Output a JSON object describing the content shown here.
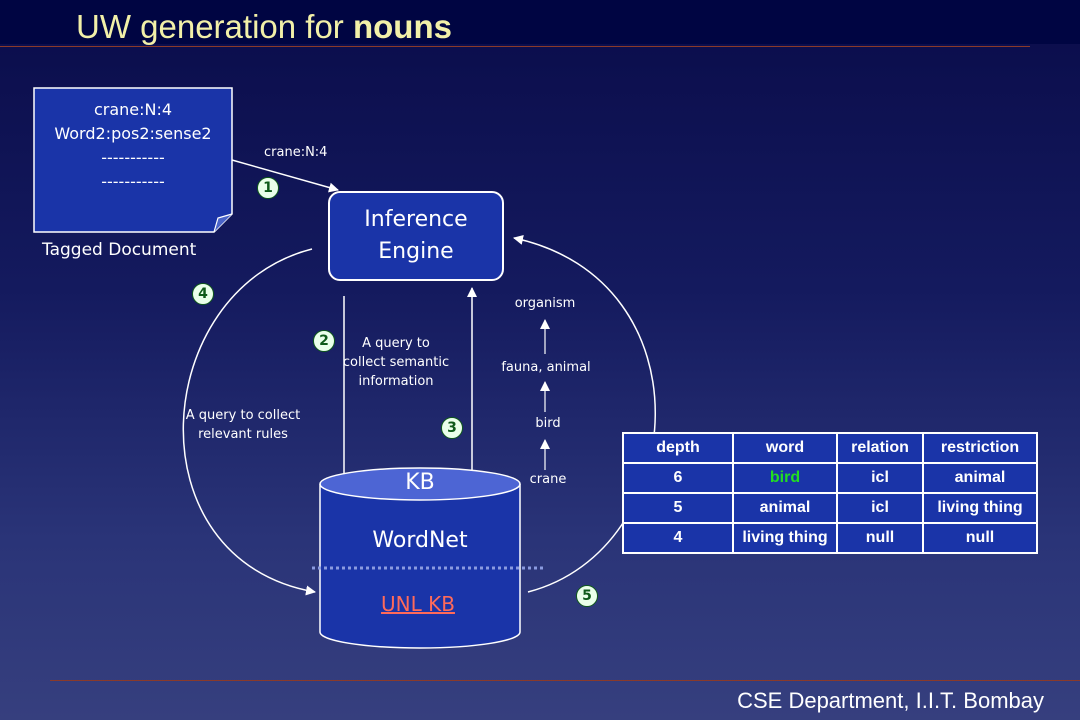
{
  "title": {
    "main": "UW generation for ",
    "bold": "nouns"
  },
  "footer": "CSE Department, I.I.T. Bombay",
  "document": {
    "lines": [
      "crane:N:4",
      "Word2:pos2:sense2",
      "-----------",
      "-----------"
    ],
    "caption": "Tagged Document"
  },
  "arrow_label_input": "crane:N:4",
  "engine": {
    "line1": "Inference",
    "line2": "Engine"
  },
  "query_semantic": {
    "l1": "A query to",
    "l2": "collect semantic",
    "l3": "information"
  },
  "query_rules": {
    "l1": "A query to collect",
    "l2": "relevant rules"
  },
  "hierarchy": [
    "organism",
    "fauna, animal",
    "bird",
    "crane"
  ],
  "kb": {
    "top": "KB",
    "middle": "WordNet",
    "bottom": "UNL KB"
  },
  "steps": [
    "1",
    "2",
    "3",
    "4",
    "5"
  ],
  "table": {
    "headers": [
      "depth",
      "word",
      "relation",
      "restriction"
    ],
    "rows": [
      [
        "6",
        "bird",
        "icl",
        "animal"
      ],
      [
        "5",
        "animal",
        "icl",
        "living thing"
      ],
      [
        "4",
        "living thing",
        "null",
        "null"
      ]
    ]
  },
  "colors": {
    "engine_fill": "#1a34a8",
    "highlight_word": "#22dd22",
    "unl_link": "#ff6a5a",
    "title": "#f2f0a8"
  }
}
